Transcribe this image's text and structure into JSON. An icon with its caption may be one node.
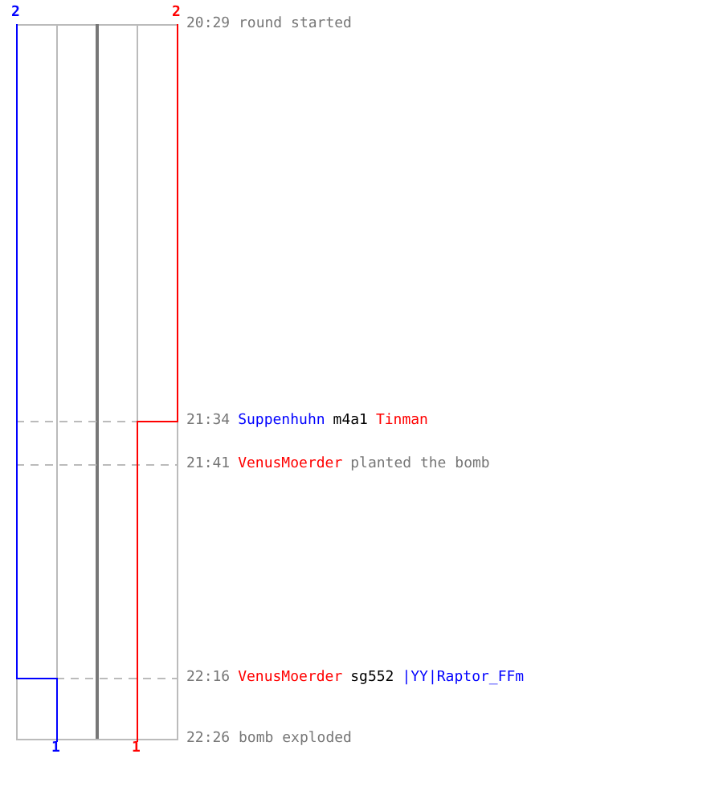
{
  "diagram": {
    "labels": [
      "2",
      "2",
      "20:29 round started",
      "21:34",
      "Suppenhuhn",
      "m4a1",
      "Tinman",
      "21:41",
      "VenusMoerder",
      "planted the bomb",
      "22:16",
      "VenusMoerder",
      "sg552",
      "|YY|Raptor_FFm",
      "1",
      "1",
      "22:26 bomb exploded"
    ]
  }
}
